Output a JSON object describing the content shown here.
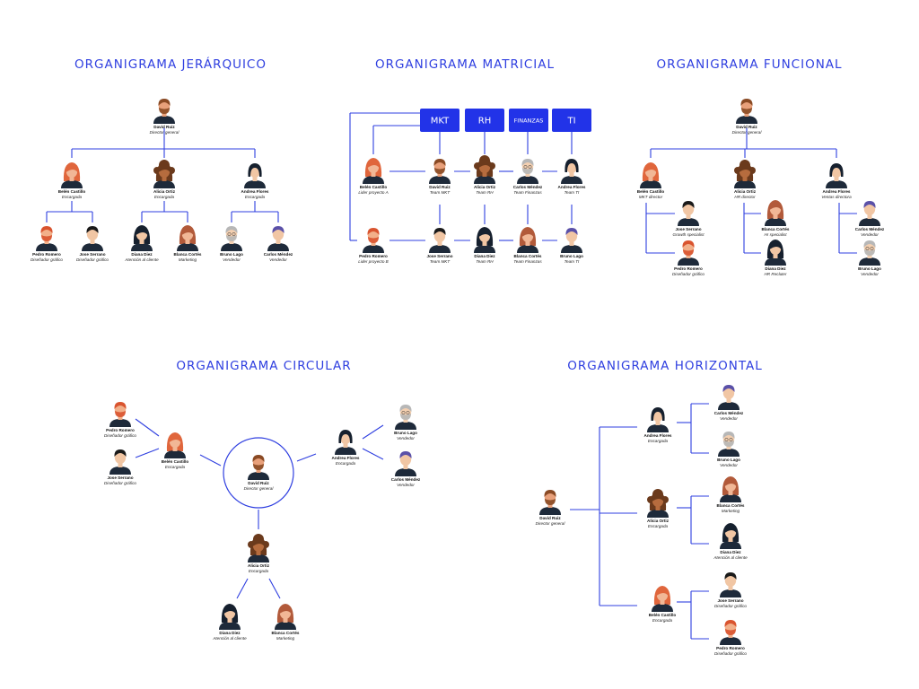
{
  "colors": {
    "accent": "#2f3fe0",
    "line": "#2f3fe0",
    "header_box": "#2233e8"
  },
  "titles": {
    "jerarquico": "ORGANIGRAMA JERÁRQUICO",
    "matricial": "ORGANIGRAMA MATRICIAL",
    "funcional": "ORGANIGRAMA FUNCIONAL",
    "circular": "ORGANIGRAMA CIRCULAR",
    "horizontal": "ORGANIGRAMA HORIZONTAL"
  },
  "matrix_headers": [
    "MKT",
    "RH",
    "FINANZAS",
    "TI"
  ],
  "diagrams": [
    {
      "key": "jerarquico",
      "people": [
        {
          "id": "david",
          "name": "David Ruiz",
          "role": "Director general",
          "avatar": "man-beard"
        },
        {
          "id": "belen",
          "name": "Belén Castillo",
          "role": "Encargada",
          "avatar": "woman-red"
        },
        {
          "id": "alicia",
          "name": "Alicia Ortiz",
          "role": "Encargada",
          "avatar": "woman-curly"
        },
        {
          "id": "andrea",
          "name": "Andrea Flores",
          "role": "Encargada",
          "avatar": "woman-dark"
        },
        {
          "id": "pedro",
          "name": "Pedro Romero",
          "role": "Diseñador gráfico",
          "avatar": "man-ginger"
        },
        {
          "id": "jose",
          "name": "Jose Serrano",
          "role": "Diseñador gráfico",
          "avatar": "man-black"
        },
        {
          "id": "diana",
          "name": "Diana Diez",
          "role": "Atención al cliente",
          "avatar": "woman-long"
        },
        {
          "id": "blanca",
          "name": "Blanca Cortés",
          "role": "Marketing",
          "avatar": "woman-brown"
        },
        {
          "id": "bruno",
          "name": "Bruno Lago",
          "role": "Vendedor",
          "avatar": "man-grey"
        },
        {
          "id": "carlos",
          "name": "Carlos Méndez",
          "role": "Vendedor",
          "avatar": "man-purple"
        }
      ]
    },
    {
      "key": "matricial",
      "people": [
        {
          "id": "belen",
          "name": "Belén Castillo",
          "role": "Lider proyecto A",
          "avatar": "woman-red"
        },
        {
          "id": "david",
          "name": "David Ruiz",
          "role": "Team MKT",
          "avatar": "man-beard"
        },
        {
          "id": "alicia",
          "name": "Alicia Ortiz",
          "role": "Team RH",
          "avatar": "woman-curly"
        },
        {
          "id": "carlos",
          "name": "Carlos Méndez",
          "role": "Team Finanzas",
          "avatar": "man-grey"
        },
        {
          "id": "andrea",
          "name": "Andrea Flores",
          "role": "Team TI",
          "avatar": "woman-dark"
        },
        {
          "id": "pedro",
          "name": "Pedro Romero",
          "role": "Lider proyecto B",
          "avatar": "man-ginger"
        },
        {
          "id": "jose",
          "name": "Jose Serrano",
          "role": "Team MKT",
          "avatar": "man-black"
        },
        {
          "id": "diana",
          "name": "Diana Diez",
          "role": "Team RH",
          "avatar": "woman-long"
        },
        {
          "id": "blanca",
          "name": "Blanca Cortés",
          "role": "Team Finanzas",
          "avatar": "woman-brown"
        },
        {
          "id": "bruno",
          "name": "Bruno Lago",
          "role": "Team TI",
          "avatar": "man-purple"
        }
      ]
    },
    {
      "key": "funcional",
      "people": [
        {
          "id": "david",
          "name": "David Ruiz",
          "role": "Director general",
          "avatar": "man-beard"
        },
        {
          "id": "belen",
          "name": "Belén Castillo",
          "role": "MKT director",
          "avatar": "woman-red"
        },
        {
          "id": "alicia",
          "name": "Alicia Ortiz",
          "role": "HR director",
          "avatar": "woman-curly"
        },
        {
          "id": "andrea",
          "name": "Andrea Flores",
          "role": "Ventas directora",
          "avatar": "woman-dark"
        },
        {
          "id": "jose",
          "name": "Jose Serrano",
          "role": "Growth specialist",
          "avatar": "man-black"
        },
        {
          "id": "pedro",
          "name": "Pedro Romero",
          "role": "Diseñador gráfico",
          "avatar": "man-ginger"
        },
        {
          "id": "blanca",
          "name": "Blanca Cortés",
          "role": "Hr specialist",
          "avatar": "woman-brown"
        },
        {
          "id": "diana",
          "name": "Diana Diez",
          "role": "HR Recluter",
          "avatar": "woman-long"
        },
        {
          "id": "carlos",
          "name": "Carlos Méndez",
          "role": "Vendedor",
          "avatar": "man-purple"
        },
        {
          "id": "bruno",
          "name": "Bruno Lago",
          "role": "Vendedor",
          "avatar": "man-grey"
        }
      ]
    },
    {
      "key": "circular",
      "people": [
        {
          "id": "david",
          "name": "David Ruiz",
          "role": "Director general",
          "avatar": "man-beard"
        },
        {
          "id": "belen",
          "name": "Belén Castillo",
          "role": "Encargada",
          "avatar": "woman-red"
        },
        {
          "id": "pedro",
          "name": "Pedro Romero",
          "role": "Diseñador gráfico",
          "avatar": "man-ginger"
        },
        {
          "id": "jose",
          "name": "Jose Serrano",
          "role": "Diseñador gráfico",
          "avatar": "man-black"
        },
        {
          "id": "andrea",
          "name": "Andrea Flores",
          "role": "Encargada",
          "avatar": "woman-dark"
        },
        {
          "id": "bruno",
          "name": "Bruno Lago",
          "role": "Vendedor",
          "avatar": "man-grey"
        },
        {
          "id": "carlos",
          "name": "Carlos Méndez",
          "role": "Vendedor",
          "avatar": "man-purple"
        },
        {
          "id": "alicia",
          "name": "Alicia Ortiz",
          "role": "Encargada",
          "avatar": "woman-curly"
        },
        {
          "id": "diana",
          "name": "Diana Diez",
          "role": "Atención al cliente",
          "avatar": "woman-long"
        },
        {
          "id": "blanca",
          "name": "Blanca Cortés",
          "role": "Marketing",
          "avatar": "woman-brown"
        }
      ]
    },
    {
      "key": "horizontal",
      "people": [
        {
          "id": "david",
          "name": "David Ruiz",
          "role": "Director general",
          "avatar": "man-beard"
        },
        {
          "id": "andrea",
          "name": "Andrea Flores",
          "role": "Encargada",
          "avatar": "woman-dark"
        },
        {
          "id": "alicia",
          "name": "Alicia Ortiz",
          "role": "Encargada",
          "avatar": "woman-curly"
        },
        {
          "id": "belen",
          "name": "Belén Castillo",
          "role": "Encargada",
          "avatar": "woman-red"
        },
        {
          "id": "carlos",
          "name": "Carlos Méndez",
          "role": "Vendedor",
          "avatar": "man-purple"
        },
        {
          "id": "bruno",
          "name": "Bruno Lago",
          "role": "Vendedor",
          "avatar": "man-grey"
        },
        {
          "id": "blanca",
          "name": "Blanca Cortés",
          "role": "Marketing",
          "avatar": "woman-brown"
        },
        {
          "id": "diana",
          "name": "Diana Diez",
          "role": "Atención al cliente",
          "avatar": "woman-long"
        },
        {
          "id": "jose",
          "name": "Jose Serrano",
          "role": "Diseñador gráfico",
          "avatar": "man-black"
        },
        {
          "id": "pedro",
          "name": "Pedro Romero",
          "role": "Diseñador gráfico",
          "avatar": "man-ginger"
        }
      ]
    }
  ]
}
